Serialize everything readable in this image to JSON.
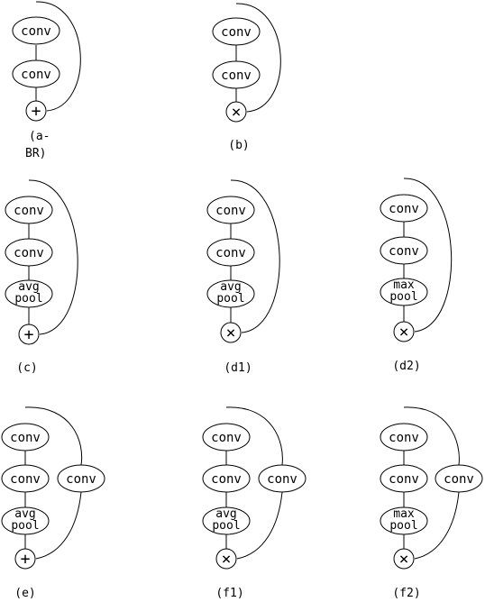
{
  "labels": {
    "conv": "conv",
    "avg": "avg",
    "max": "max",
    "pool": "pool",
    "plus": "+",
    "times": "×"
  },
  "panels": [
    {
      "id": "a",
      "caption_lines": [
        "(a-",
        "BR)"
      ],
      "main_path": [
        "conv",
        "conv"
      ],
      "skip_path": [],
      "merge": "plus"
    },
    {
      "id": "b",
      "caption_lines": [
        "(b)"
      ],
      "main_path": [
        "conv",
        "conv"
      ],
      "skip_path": [],
      "merge": "times"
    },
    {
      "id": "c",
      "caption_lines": [
        "(c)"
      ],
      "main_path": [
        "conv",
        "conv",
        "avg pool"
      ],
      "skip_path": [],
      "merge": "plus"
    },
    {
      "id": "d1",
      "caption_lines": [
        "(d1)"
      ],
      "main_path": [
        "conv",
        "conv",
        "avg pool"
      ],
      "skip_path": [],
      "merge": "times"
    },
    {
      "id": "d2",
      "caption_lines": [
        "(d2)"
      ],
      "main_path": [
        "conv",
        "conv",
        "max pool"
      ],
      "skip_path": [],
      "merge": "times"
    },
    {
      "id": "e",
      "caption_lines": [
        "(e)"
      ],
      "main_path": [
        "conv",
        "conv",
        "avg pool"
      ],
      "skip_path": [
        "conv"
      ],
      "merge": "plus"
    },
    {
      "id": "f1",
      "caption_lines": [
        "(f1)"
      ],
      "main_path": [
        "conv",
        "conv",
        "avg pool"
      ],
      "skip_path": [
        "conv"
      ],
      "merge": "times"
    },
    {
      "id": "f2",
      "caption_lines": [
        "(f2)"
      ],
      "main_path": [
        "conv",
        "conv",
        "max pool"
      ],
      "skip_path": [
        "conv"
      ],
      "merge": "times"
    }
  ]
}
